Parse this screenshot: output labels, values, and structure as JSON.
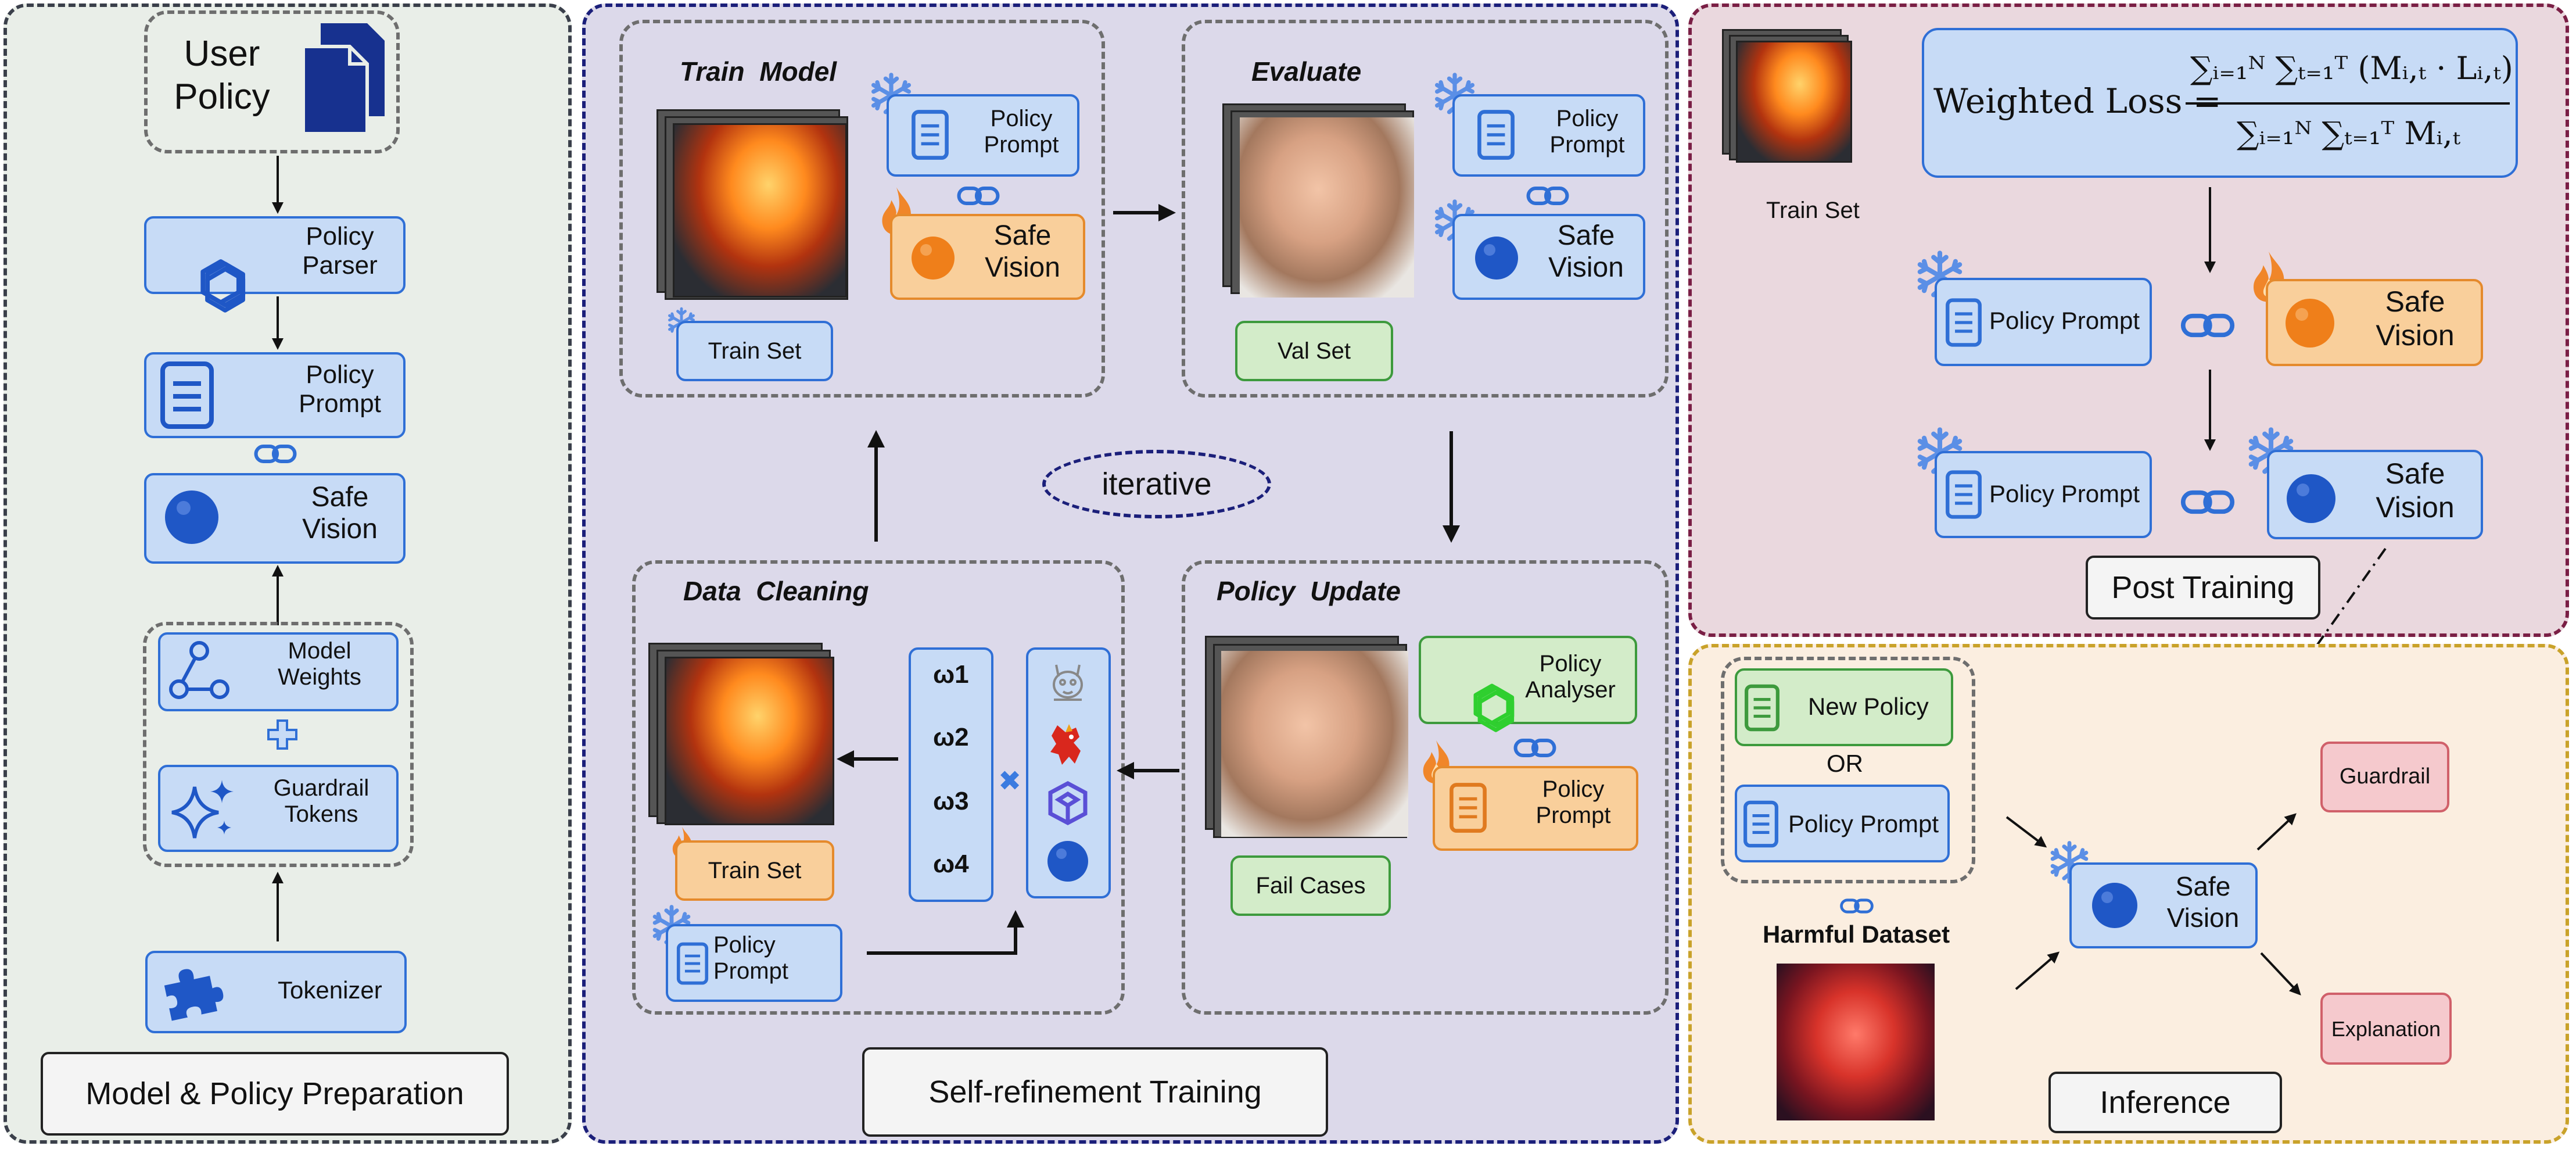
{
  "colors": {
    "panel_prep_border": "#3a3f4a",
    "panel_self_border": "#1b1f7a",
    "panel_post_border": "#7a1f45",
    "panel_infer_border": "#c9a22a",
    "box_blue": "#c7dbf6",
    "box_green": "#d3ecc9",
    "box_orange": "#f9cf9b",
    "box_pink": "#f5c9cd"
  },
  "prep": {
    "user_policy": "User Policy",
    "policy_parser": "Policy Parser",
    "policy_prompt": "Policy Prompt",
    "safe_vision": "Safe Vision",
    "model_weights": "Model Weights",
    "guardrail_tokens": "Guardrail Tokens",
    "tokenizer": "Tokenizer",
    "label": "Model & Policy Preparation"
  },
  "self": {
    "train_model": "Train  Model",
    "evaluate": "Evaluate",
    "data_cleaning": "Data  Cleaning",
    "policy_update": "Policy  Update",
    "policy_prompt": "Policy Prompt",
    "safe_vision": "Safe Vision",
    "train_set": "Train Set",
    "val_set": "Val Set",
    "iterative": "iterative",
    "policy_analyser": "Policy Analyser",
    "fail_cases": "Fail Cases",
    "weights": [
      "ω1",
      "ω2",
      "ω3",
      "ω4"
    ],
    "multiply": "✖",
    "label": "Self-refinement Training"
  },
  "post": {
    "train_set": "Train Set",
    "equation": {
      "lhs": "Weighted Loss =",
      "numerator": "∑ᵢ₌₁ᴺ ∑ₜ₌₁ᵀ (Mᵢ,ₜ · Lᵢ,ₜ)",
      "denominator": "∑ᵢ₌₁ᴺ ∑ₜ₌₁ᵀ Mᵢ,ₜ"
    },
    "policy_prompt": "Policy Prompt",
    "safe_vision": "Safe Vision",
    "label": "Post Training"
  },
  "infer": {
    "new_policy": "New Policy",
    "or": "OR",
    "policy_prompt": "Policy Prompt",
    "harmful_dataset": "Harmful Dataset",
    "safe_vision": "Safe Vision",
    "guardrail": "Guardrail",
    "explanation": "Explanation",
    "label": "Inference"
  },
  "icons": [
    "document-stack-icon",
    "chatgpt-logo-icon",
    "document-icon",
    "sphere-icon",
    "graph-nodes-icon",
    "plus-icon",
    "sparkles-icon",
    "puzzle-icon",
    "snowflake-icon",
    "flame-icon",
    "link-icon",
    "llama-icon",
    "dragon-icon",
    "hexagon-logo-icon"
  ]
}
